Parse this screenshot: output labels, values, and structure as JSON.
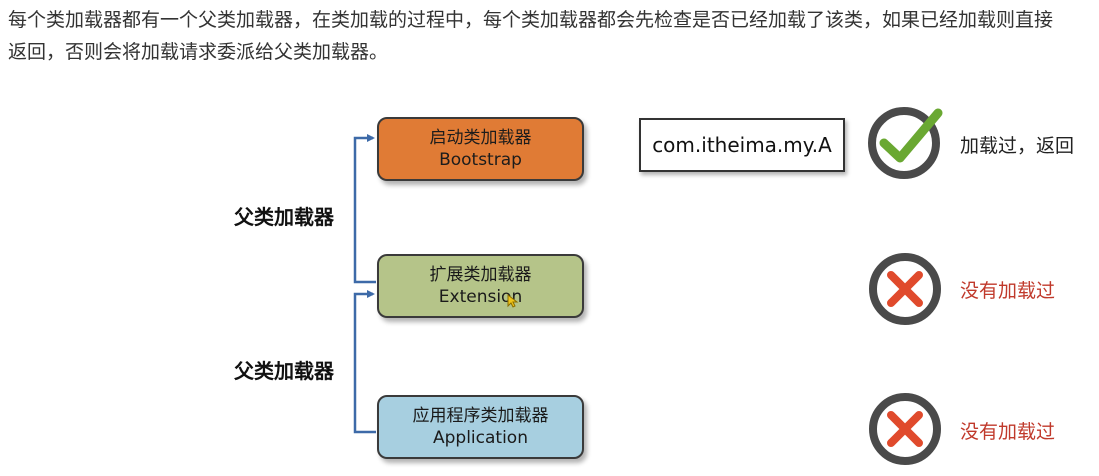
{
  "intro": {
    "text": "每个类加载器都有一个父类加载器，在类加载的过程中，每个类加载器都会先检查是否已经加载了该类，如果已经加载则直接返回，否则会将加载请求委派给父类加载器。"
  },
  "loaders": [
    {
      "name_cn": "启动类加载器",
      "name_en": "Bootstrap",
      "color": "#e07b35"
    },
    {
      "name_cn": "扩展类加载器",
      "name_en": "Extension",
      "color": "#b5c489"
    },
    {
      "name_cn": "应用程序类加载器",
      "name_en": "Application",
      "color": "#a7cfe0"
    }
  ],
  "parent_labels": [
    "父类加载器",
    "父类加载器"
  ],
  "class_name": "com.itheima.my.A",
  "statuses": [
    {
      "icon": "check-icon",
      "text": "加载过，返回",
      "color": "#222222"
    },
    {
      "icon": "cross-icon",
      "text": "没有加载过",
      "color": "#c0392b"
    },
    {
      "icon": "cross-icon",
      "text": "没有加载过",
      "color": "#c0392b"
    }
  ],
  "colors": {
    "arrow": "#3d6aa8",
    "check": "#6aa832",
    "cross": "#e04a2c",
    "ring": "#4a4a4a"
  }
}
